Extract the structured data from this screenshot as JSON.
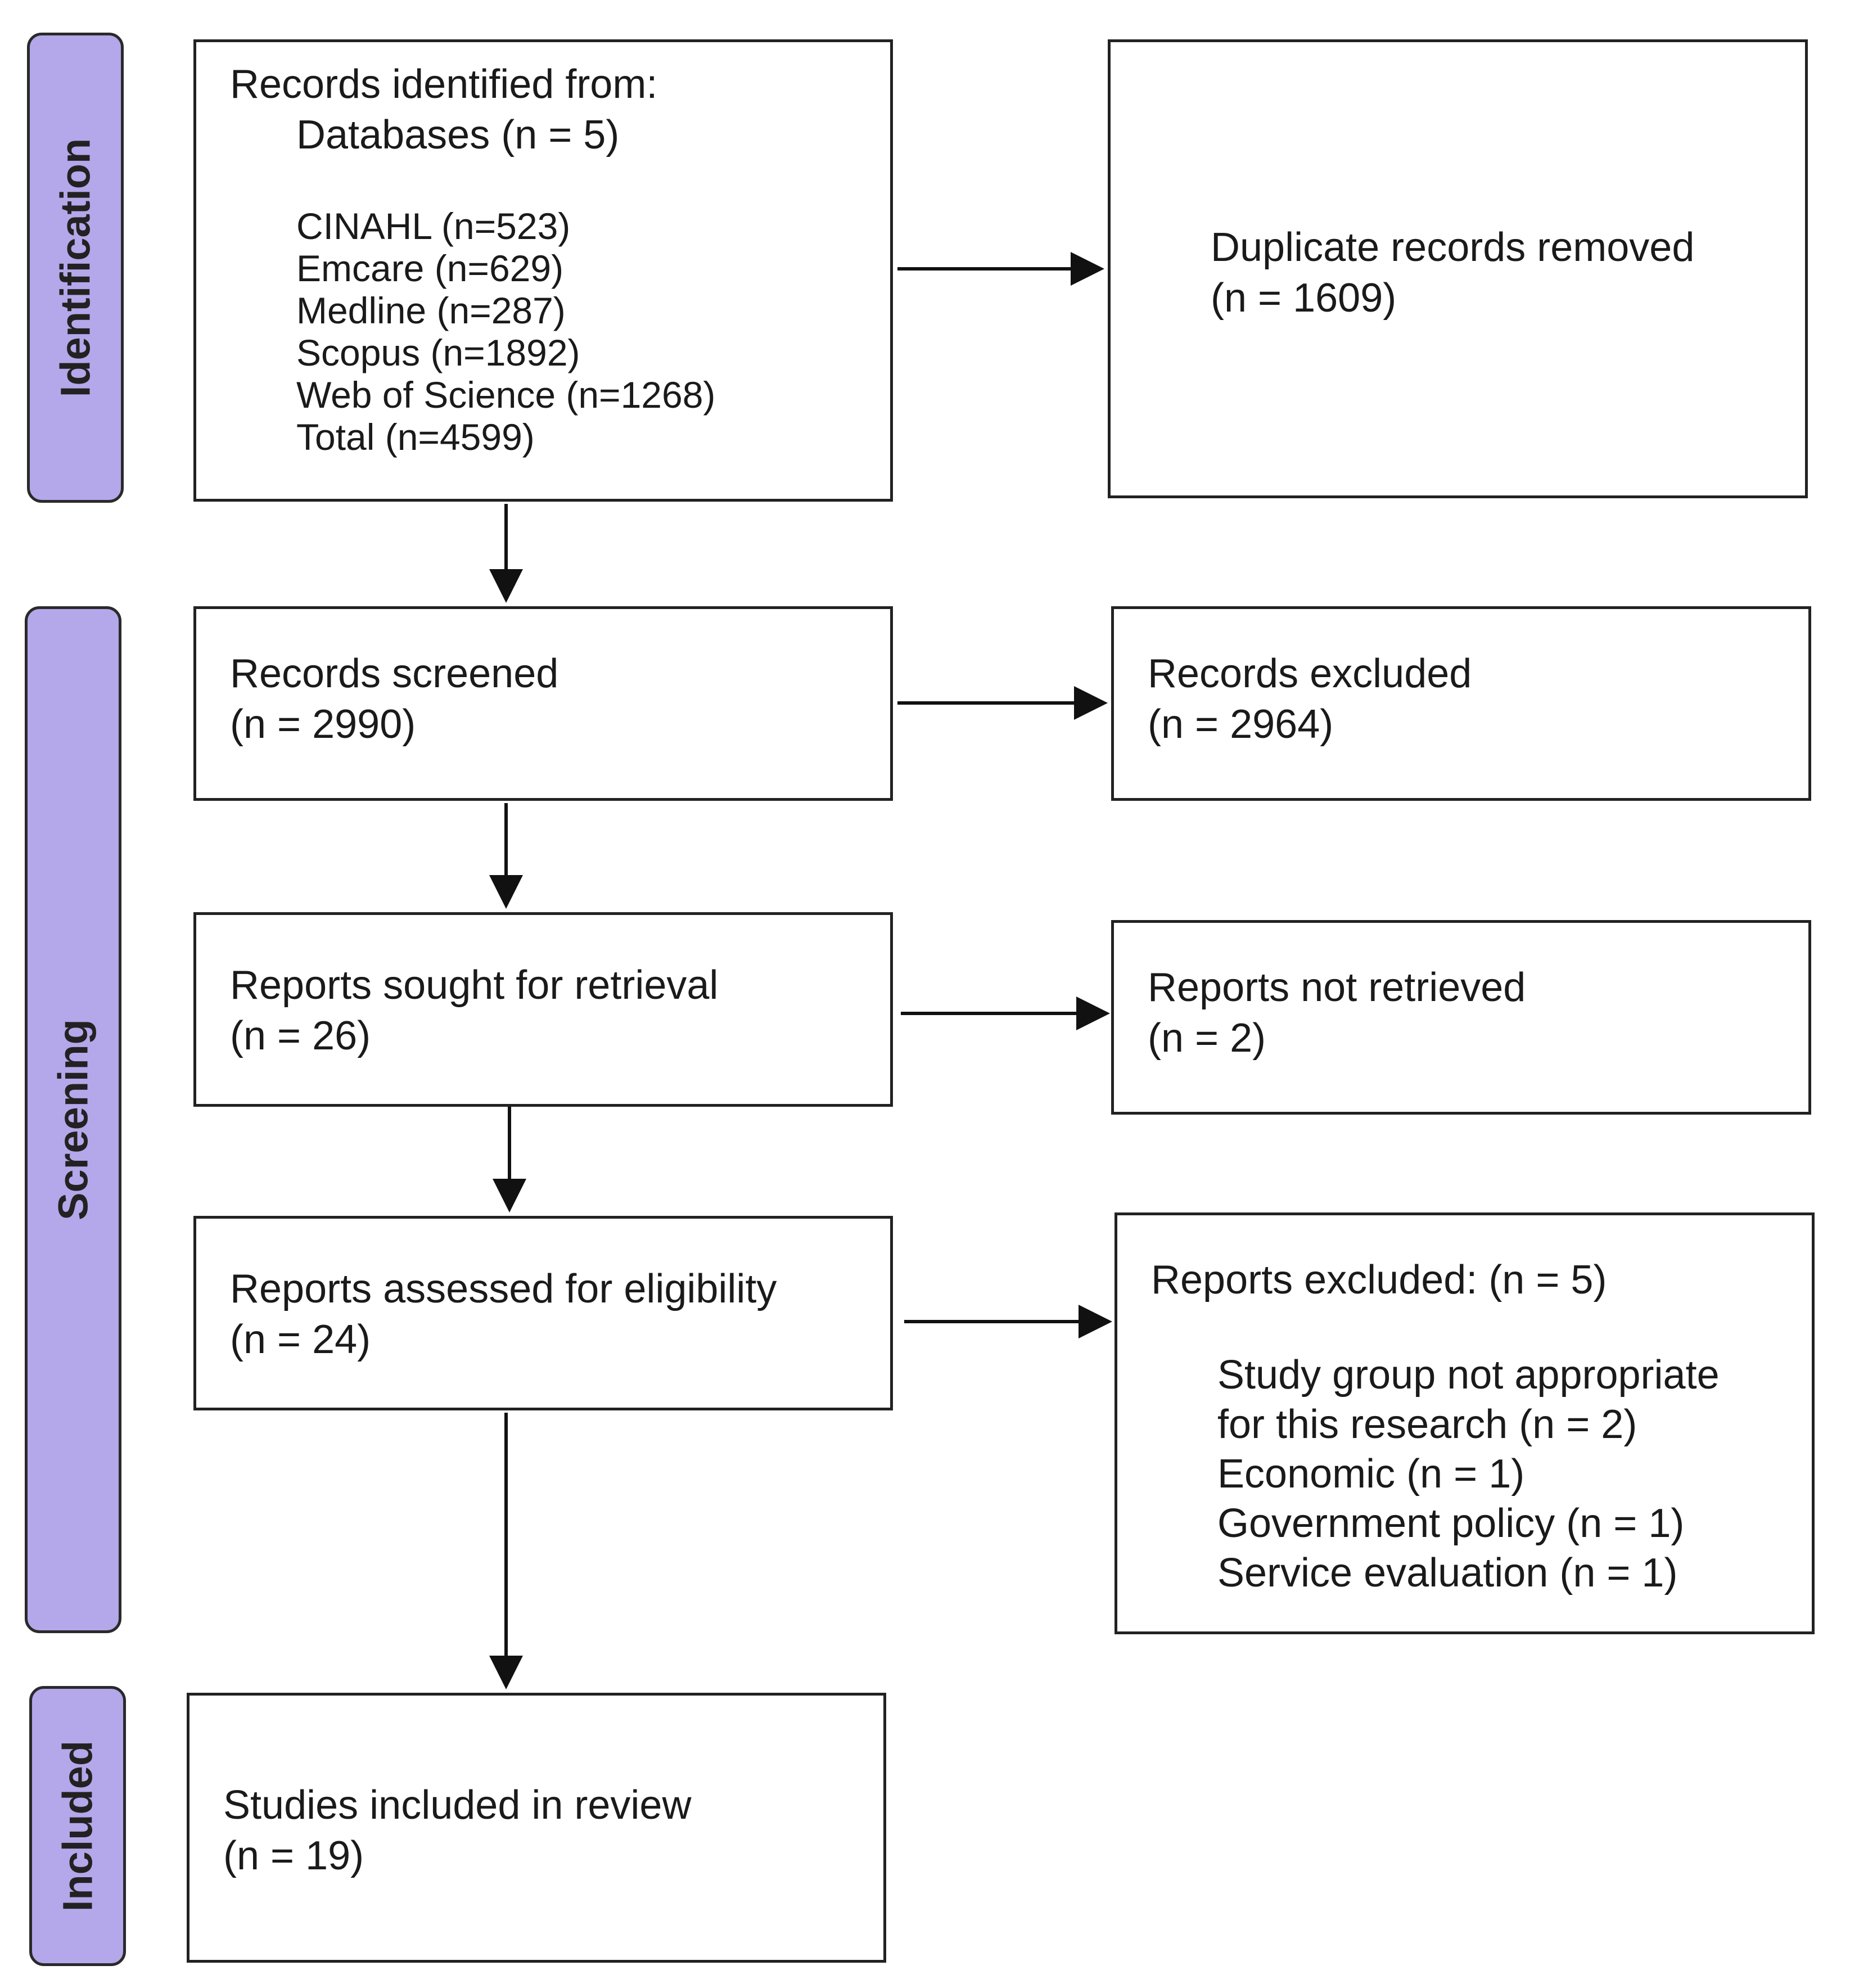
{
  "phases": {
    "identification": "Identification",
    "screening": "Screening",
    "included": "Included"
  },
  "identified": {
    "heading": "Records identified from:",
    "databases": "Databases (n = 5)",
    "sources": [
      "CINAHL (n=523)",
      "Emcare (n=629)",
      "Medline (n=287)",
      "Scopus (n=1892)",
      "Web of Science (n=1268)",
      "Total (n=4599)"
    ]
  },
  "duplicates": {
    "line1": "Duplicate records removed",
    "line2": "(n = 1609)"
  },
  "screened": {
    "line1": "Records screened",
    "line2": "(n = 2990)"
  },
  "records_excluded": {
    "line1": "Records excluded",
    "line2": "(n = 2964)"
  },
  "sought": {
    "line1": "Reports sought for retrieval",
    "line2": "(n = 26)"
  },
  "not_retrieved": {
    "line1": "Reports not retrieved",
    "line2": "(n = 2)"
  },
  "assessed": {
    "line1": "Reports assessed for eligibility",
    "line2": "(n = 24)"
  },
  "reports_excluded": {
    "heading": "Reports excluded: (n = 5)",
    "reasons": [
      "Study group not appropriate",
      "for this research (n = 2)",
      "Economic (n = 1)",
      "Government policy (n = 1)",
      "Service evaluation (n = 1)"
    ]
  },
  "included": {
    "line1": "Studies included in review",
    "line2": "(n = 19)"
  },
  "colors": {
    "phase_fill": "#b4a7ea",
    "border": "#222222"
  }
}
